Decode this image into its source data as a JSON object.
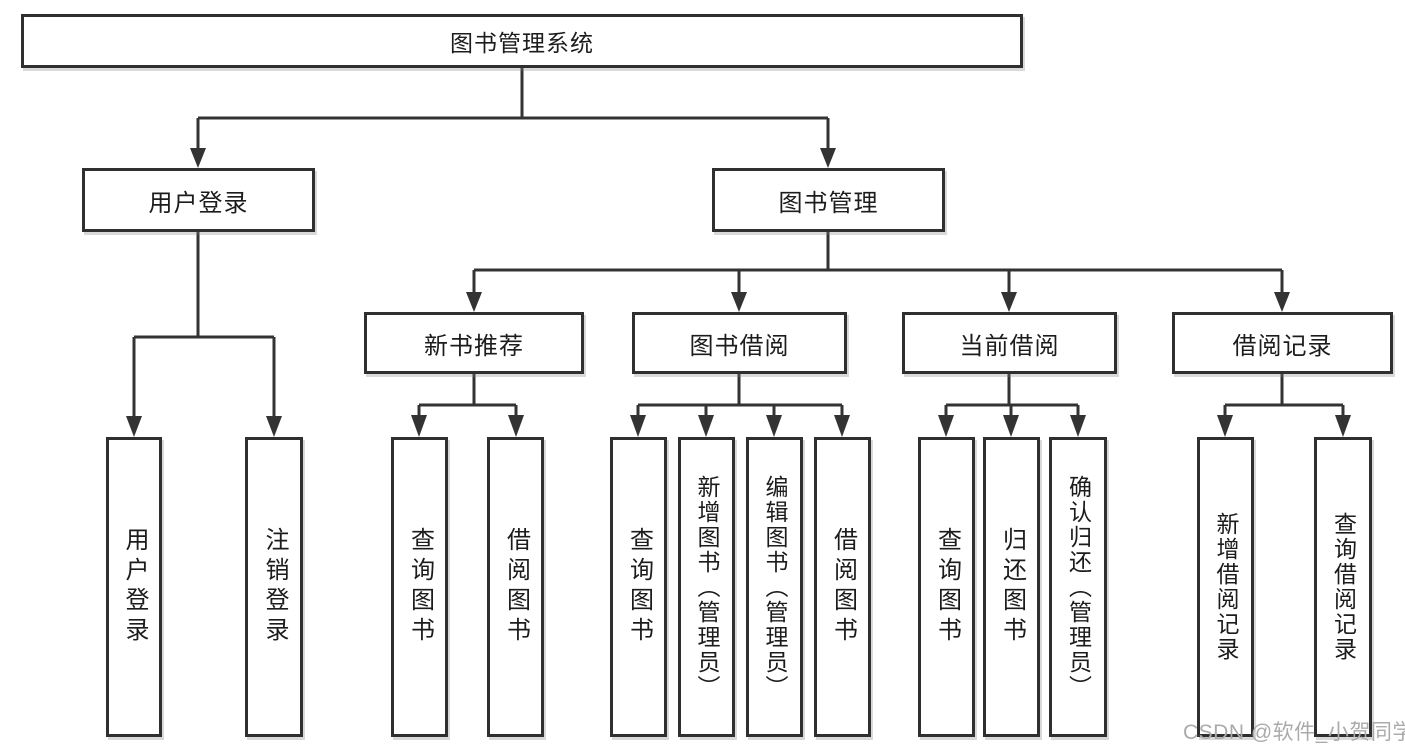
{
  "diagram": {
    "root": {
      "label": "图书管理系统"
    },
    "level2": [
      {
        "id": "user-login-branch",
        "label": "用户登录"
      },
      {
        "id": "book-management-branch",
        "label": "图书管理"
      }
    ],
    "level3": [
      {
        "id": "new-book-recommend",
        "label": "新书推荐"
      },
      {
        "id": "book-borrow",
        "label": "图书借阅"
      },
      {
        "id": "current-borrow",
        "label": "当前借阅"
      },
      {
        "id": "borrow-records",
        "label": "借阅记录"
      }
    ],
    "leaves": [
      {
        "parent": "用户登录",
        "label": "用户登录"
      },
      {
        "parent": "用户登录",
        "label": "注销登录"
      },
      {
        "parent": "新书推荐",
        "label": "查询图书"
      },
      {
        "parent": "新书推荐",
        "label": "借阅图书"
      },
      {
        "parent": "图书借阅",
        "label": "查询图书"
      },
      {
        "parent": "图书借阅",
        "label": "新增图书（管理员）"
      },
      {
        "parent": "图书借阅",
        "label": "编辑图书（管理员）"
      },
      {
        "parent": "图书借阅",
        "label": "借阅图书"
      },
      {
        "parent": "当前借阅",
        "label": "查询图书"
      },
      {
        "parent": "当前借阅",
        "label": "归还图书"
      },
      {
        "parent": "当前借阅",
        "label": "确认归还（管理员）"
      },
      {
        "parent": "借阅记录",
        "label": "新增借阅记录"
      },
      {
        "parent": "借阅记录",
        "label": "查询借阅记录"
      }
    ]
  },
  "watermark": {
    "text": "CSDN @软件_小贺同学"
  },
  "colors": {
    "line": "#333333",
    "box_border": "#2f2f2f",
    "box_fill": "#ffffff",
    "text": "#1c1c1c",
    "watermark": "#ababab",
    "background": "#ffffff"
  }
}
